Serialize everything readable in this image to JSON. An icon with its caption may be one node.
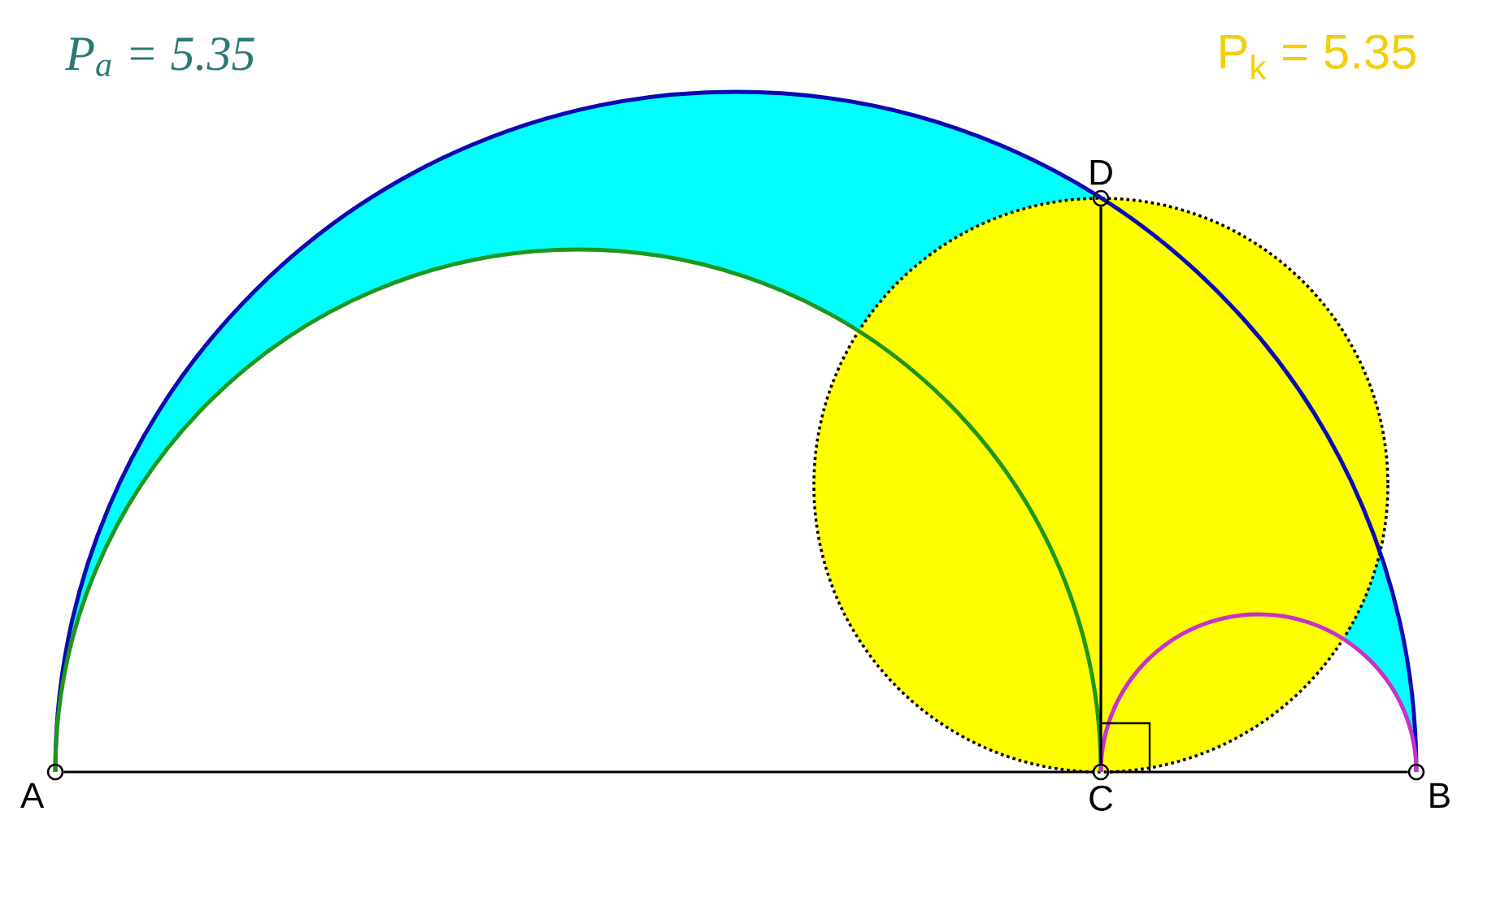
{
  "diagram": {
    "nodes": [
      {
        "text": [
          "A"
        ]
      },
      {
        "text": [
          "B"
        ]
      },
      {
        "text": [
          "C"
        ]
      },
      {
        "text": [
          "D"
        ]
      }
    ],
    "edges": [
      {
        "from": 0,
        "to": 2,
        "arrow": "none"
      },
      {
        "from": 2,
        "to": 1,
        "arrow": "none"
      },
      {
        "from": 2,
        "to": 3,
        "arrow": "none"
      }
    ],
    "labels": [
      "P$_{a}$ = 5.35",
      "P$_{k}$ = 5.35"
    ]
  }
}
